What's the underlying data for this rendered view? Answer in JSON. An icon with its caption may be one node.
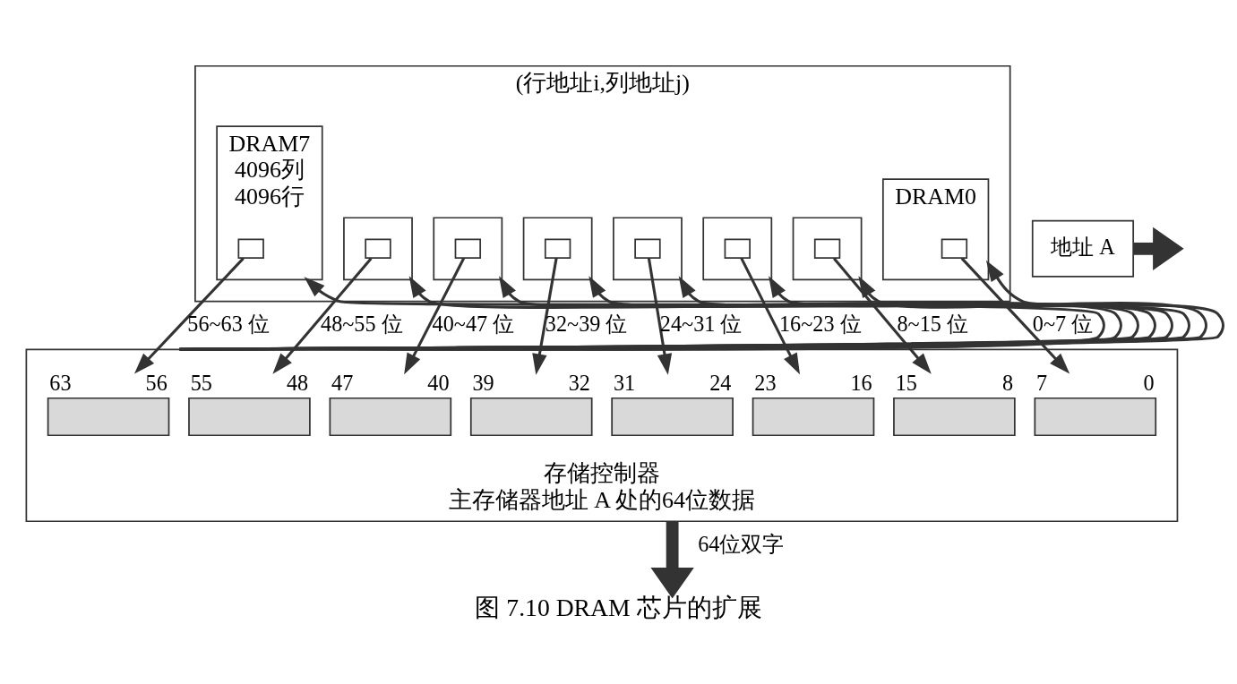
{
  "diagram": {
    "caption": "图 7.10 DRAM 芯片的扩展",
    "nodes": [
      {
        "text": [
          "(行地址i,列地址j)"
        ]
      },
      {
        "text": [
          "DRAM7",
          "4096列",
          "4096行"
        ],
        "in": 0
      },
      {
        "text": [],
        "shape": "box",
        "in": 1
      },
      {
        "text": [],
        "shape": "box",
        "in": 0
      },
      {
        "text": [],
        "shape": "box",
        "in": 3
      },
      {
        "text": [],
        "shape": "box",
        "in": 0
      },
      {
        "text": [],
        "shape": "box",
        "in": 5
      },
      {
        "text": [],
        "shape": "box",
        "in": 0
      },
      {
        "text": [],
        "shape": "box",
        "in": 7
      },
      {
        "text": [],
        "shape": "box",
        "in": 0
      },
      {
        "text": [],
        "shape": "box",
        "in": 9
      },
      {
        "text": [],
        "shape": "box",
        "in": 0
      },
      {
        "text": [],
        "shape": "box",
        "in": 11
      },
      {
        "text": [],
        "shape": "box",
        "in": 0
      },
      {
        "text": [],
        "shape": "box",
        "in": 13
      },
      {
        "text": [
          "DRAM0"
        ],
        "in": 0
      },
      {
        "text": [],
        "shape": "box",
        "in": 15
      },
      {
        "text": [
          "地址 A"
        ]
      },
      {
        "text": [
          "存储控制器",
          "主存储器地址 A 处的64位数据"
        ]
      },
      {
        "text": [],
        "shape": "bar",
        "in": 18,
        "beside": [
          "63",
          "56"
        ]
      },
      {
        "text": [],
        "shape": "bar",
        "in": 18,
        "beside": [
          "55",
          "48"
        ]
      },
      {
        "text": [],
        "shape": "bar",
        "in": 18,
        "beside": [
          "47",
          "40"
        ]
      },
      {
        "text": [],
        "shape": "bar",
        "in": 18,
        "beside": [
          "39",
          "32"
        ]
      },
      {
        "text": [],
        "shape": "bar",
        "in": 18,
        "beside": [
          "31",
          "24"
        ]
      },
      {
        "text": [],
        "shape": "bar",
        "in": 18,
        "beside": [
          "23",
          "16"
        ]
      },
      {
        "text": [],
        "shape": "bar",
        "in": 18,
        "beside": [
          "15",
          "8"
        ]
      },
      {
        "text": [],
        "shape": "bar",
        "in": 18,
        "beside": [
          "7",
          "0"
        ]
      }
    ],
    "edges": [
      {
        "from": 18,
        "to": 1,
        "arrow": "to"
      },
      {
        "from": 18,
        "to": 3,
        "arrow": "to"
      },
      {
        "from": 18,
        "to": 5,
        "arrow": "to"
      },
      {
        "from": 18,
        "to": 7,
        "arrow": "to"
      },
      {
        "from": 18,
        "to": 9,
        "arrow": "to"
      },
      {
        "from": 18,
        "to": 11,
        "arrow": "to"
      },
      {
        "from": 18,
        "to": 13,
        "arrow": "to"
      },
      {
        "from": 18,
        "to": 15,
        "arrow": "to"
      },
      {
        "from": 17,
        "to": null,
        "arrow": "to",
        "style": "thick"
      },
      {
        "from": 2,
        "to": 19,
        "arrow": "to",
        "label": "56~63 位"
      },
      {
        "from": 4,
        "to": 20,
        "arrow": "to",
        "label": "48~55 位"
      },
      {
        "from": 6,
        "to": 21,
        "arrow": "to",
        "label": "40~47 位"
      },
      {
        "from": 8,
        "to": 22,
        "arrow": "to",
        "label": "32~39 位"
      },
      {
        "from": 10,
        "to": 23,
        "arrow": "to",
        "label": "24~31 位"
      },
      {
        "from": 12,
        "to": 24,
        "arrow": "to",
        "label": "16~23 位"
      },
      {
        "from": 14,
        "to": 25,
        "arrow": "to",
        "label": "8~15 位"
      },
      {
        "from": 16,
        "to": 26,
        "arrow": "to",
        "label": "0~7 位"
      },
      {
        "from": 18,
        "to": null,
        "arrow": "to",
        "style": "thick",
        "label": "64位双字"
      }
    ]
  }
}
